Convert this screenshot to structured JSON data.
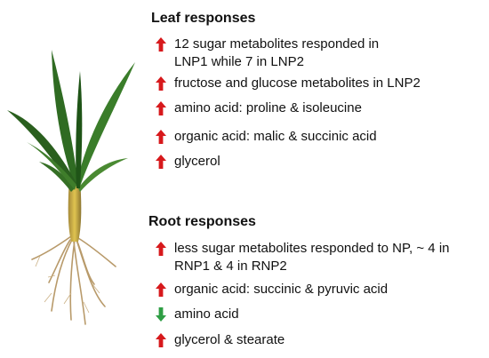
{
  "leaf": {
    "heading": "Leaf responses",
    "items": [
      {
        "text": "12 sugar metabolites responded in\nLNP1 while 7 in LNP2",
        "direction": "up",
        "arrow_icon": "red-up-arrow-icon"
      },
      {
        "text": "fructose and glucose metabolites in LNP2",
        "direction": "up",
        "arrow_icon": "red-up-arrow-icon"
      },
      {
        "text": "amino acid: proline & isoleucine",
        "direction": "up",
        "arrow_icon": "red-up-arrow-icon"
      },
      {
        "text": "organic acid: malic & succinic acid",
        "direction": "up",
        "arrow_icon": "red-up-arrow-icon"
      },
      {
        "text": "glycerol",
        "direction": "up",
        "arrow_icon": "red-up-arrow-icon"
      }
    ]
  },
  "root": {
    "heading": "Root responses",
    "items": [
      {
        "text": "less sugar metabolites responded to NP, ~ 4 in\nRNP1 & 4 in RNP2",
        "direction": "up",
        "arrow_icon": "red-up-arrow-icon"
      },
      {
        "text": "organic acid:  succinic & pyruvic acid",
        "direction": "up",
        "arrow_icon": "red-up-arrow-icon"
      },
      {
        "text": "amino acid",
        "direction": "down",
        "arrow_icon": "green-down-arrow-icon"
      },
      {
        "text": "glycerol & stearate",
        "direction": "up",
        "arrow_icon": "red-up-arrow-icon"
      }
    ]
  },
  "colors": {
    "up_arrow": "#d7191c",
    "down_arrow": "#2e9e44",
    "leaf_green": "#2f6b22",
    "root_tan": "#b89a6a"
  },
  "image": {
    "icon": "oil-palm-seedling-icon"
  }
}
